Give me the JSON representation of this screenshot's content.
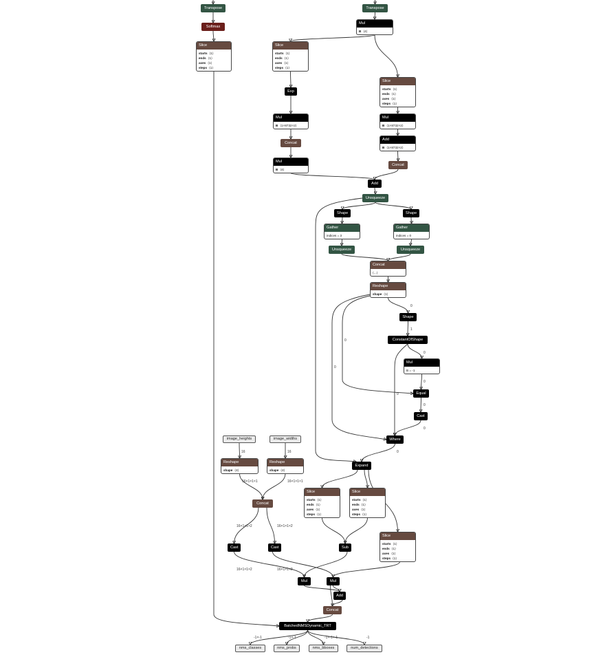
{
  "nodes": [
    {
      "id": "transpose_left",
      "name": "transpose-left-node",
      "label": "Transpose",
      "cat": "green"
    },
    {
      "id": "softmax",
      "name": "softmax-node",
      "label": "Softmax",
      "cat": "red"
    },
    {
      "id": "slice_left",
      "name": "slice-left-node",
      "label": "Slice",
      "cat": "brown",
      "attrs": [
        [
          "starts",
          "⟨1⟩"
        ],
        [
          "ends",
          "⟨1⟩"
        ],
        [
          "axes",
          "⟨1⟩"
        ],
        [
          "steps",
          "⟨1⟩"
        ]
      ]
    },
    {
      "id": "transpose_right",
      "name": "transpose-right-node",
      "label": "Transpose",
      "cat": "green"
    },
    {
      "id": "mul_top",
      "name": "mul-top-node",
      "label": "Mul",
      "cat": "black",
      "attrs": [
        [
          "B",
          "⟨4⟩"
        ]
      ]
    },
    {
      "id": "slice_mid",
      "name": "slice-mid-node",
      "label": "Slice",
      "cat": "brown",
      "attrs": [
        [
          "starts",
          "⟨1⟩"
        ],
        [
          "ends",
          "⟨1⟩"
        ],
        [
          "axes",
          "⟨1⟩"
        ],
        [
          "steps",
          "⟨1⟩"
        ]
      ]
    },
    {
      "id": "exp",
      "name": "exp-node",
      "label": "Exp",
      "cat": "black"
    },
    {
      "id": "mul_mid",
      "name": "mul-mid-node",
      "label": "Mul",
      "cat": "black",
      "attrs": [
        [
          "B",
          "⟨1×8732×2⟩"
        ]
      ]
    },
    {
      "id": "concat_mid",
      "name": "concat-mid-node",
      "label": "Concat",
      "cat": "brown"
    },
    {
      "id": "mul_mid2",
      "name": "mul-mid2-node",
      "label": "Mul",
      "cat": "black",
      "attrs": [
        [
          "B",
          "⟨4⟩"
        ]
      ]
    },
    {
      "id": "slice_right",
      "name": "slice-right-node",
      "label": "Slice",
      "cat": "brown",
      "attrs": [
        [
          "starts",
          "⟨1⟩"
        ],
        [
          "ends",
          "⟨1⟩"
        ],
        [
          "axes",
          "⟨1⟩"
        ],
        [
          "steps",
          "⟨1⟩"
        ]
      ]
    },
    {
      "id": "mul_right",
      "name": "mul-right-node",
      "label": "Mul",
      "cat": "black",
      "attrs": [
        [
          "B",
          "⟨1×8732×2⟩"
        ]
      ]
    },
    {
      "id": "add_right",
      "name": "add-right-node",
      "label": "Add",
      "cat": "black",
      "attrs": [
        [
          "B",
          "⟨1×8732×2⟩"
        ]
      ]
    },
    {
      "id": "concat_right",
      "name": "concat-right-node",
      "label": "Concat",
      "cat": "brown"
    },
    {
      "id": "add_main",
      "name": "add-main-node",
      "label": "Add",
      "cat": "black"
    },
    {
      "id": "unsqueeze_main",
      "name": "unsqueeze-main-node",
      "label": "Unsqueeze",
      "cat": "green"
    },
    {
      "id": "shape_l",
      "name": "shape-left-node",
      "label": "Shape",
      "cat": "black"
    },
    {
      "id": "shape_r",
      "name": "shape-right-node",
      "label": "Shape",
      "cat": "black"
    },
    {
      "id": "gather_l",
      "name": "gather-left-node",
      "label": "Gather",
      "cat": "green",
      "attrs": [
        [
          "",
          "indices = 3"
        ]
      ]
    },
    {
      "id": "gather_r",
      "name": "gather-right-node",
      "label": "Gather",
      "cat": "green",
      "attrs": [
        [
          "",
          "indices = 0"
        ]
      ]
    },
    {
      "id": "unsq_l",
      "name": "unsqueeze-left-node",
      "label": "Unsqueeze",
      "cat": "green"
    },
    {
      "id": "unsq_r",
      "name": "unsqueeze-right-node",
      "label": "Unsqueeze",
      "cat": "green"
    },
    {
      "id": "concat_shape",
      "name": "concat-shape-node",
      "label": "Concat",
      "cat": "brown",
      "attrs": [
        [
          "",
          "⟨...⟩"
        ]
      ]
    },
    {
      "id": "reshape_main",
      "name": "reshape-main-node",
      "label": "Reshape",
      "cat": "brown",
      "attrs": [
        [
          "shape",
          "⟨1⟩"
        ]
      ]
    },
    {
      "id": "shape_single",
      "name": "shape-single-node",
      "label": "Shape",
      "cat": "black"
    },
    {
      "id": "const_of_shape",
      "name": "constant-of-shape-node",
      "label": "ConstantOfShape",
      "cat": "black"
    },
    {
      "id": "mul_neg",
      "name": "mul-neg-node",
      "label": "Mul",
      "cat": "black",
      "attrs": [
        [
          "",
          "B = -1"
        ]
      ]
    },
    {
      "id": "equal",
      "name": "equal-node",
      "label": "Equal",
      "cat": "black"
    },
    {
      "id": "cast_r",
      "name": "cast-right-node",
      "label": "Cast",
      "cat": "black"
    },
    {
      "id": "where",
      "name": "where-node",
      "label": "Where",
      "cat": "black"
    },
    {
      "id": "expand",
      "name": "expand-node",
      "label": "Expand",
      "cat": "black"
    },
    {
      "id": "slice_e1",
      "name": "slice-expand1-node",
      "label": "Slice",
      "cat": "brown",
      "attrs": [
        [
          "starts",
          "⟨1⟩"
        ],
        [
          "ends",
          "⟨1⟩"
        ],
        [
          "axes",
          "⟨1⟩"
        ],
        [
          "steps",
          "⟨1⟩"
        ]
      ]
    },
    {
      "id": "slice_e2",
      "name": "slice-expand2-node",
      "label": "Slice",
      "cat": "brown",
      "attrs": [
        [
          "starts",
          "⟨1⟩"
        ],
        [
          "ends",
          "⟨1⟩"
        ],
        [
          "axes",
          "⟨1⟩"
        ],
        [
          "steps",
          "⟨1⟩"
        ]
      ]
    },
    {
      "id": "slice_e3",
      "name": "slice-expand3-node",
      "label": "Slice",
      "cat": "brown",
      "attrs": [
        [
          "starts",
          "⟨1⟩"
        ],
        [
          "ends",
          "⟨1⟩"
        ],
        [
          "axes",
          "⟨1⟩"
        ],
        [
          "steps",
          "⟨1⟩"
        ]
      ]
    },
    {
      "id": "sub",
      "name": "sub-node",
      "label": "Sub",
      "cat": "black"
    },
    {
      "id": "image_heights",
      "name": "image-heights-input",
      "label": "image_heights",
      "cat": "io"
    },
    {
      "id": "image_widths",
      "name": "image-widths-input",
      "label": "image_widths",
      "cat": "io"
    },
    {
      "id": "reshape_h",
      "name": "reshape-heights-node",
      "label": "Reshape",
      "cat": "brown",
      "attrs": [
        [
          "shape",
          "⟨4⟩"
        ]
      ]
    },
    {
      "id": "reshape_w",
      "name": "reshape-widths-node",
      "label": "Reshape",
      "cat": "brown",
      "attrs": [
        [
          "shape",
          "⟨4⟩"
        ]
      ]
    },
    {
      "id": "concat_hw",
      "name": "concat-hw-node",
      "label": "Concat",
      "cat": "brown"
    },
    {
      "id": "cast_l1",
      "name": "cast-left1-node",
      "label": "Cast",
      "cat": "black"
    },
    {
      "id": "cast_l2",
      "name": "cast-left2-node",
      "label": "Cast",
      "cat": "black"
    },
    {
      "id": "mul_b1",
      "name": "mul-bottom1-node",
      "label": "Mul",
      "cat": "black"
    },
    {
      "id": "mul_b2",
      "name": "mul-bottom2-node",
      "label": "Mul",
      "cat": "black"
    },
    {
      "id": "add_b",
      "name": "add-bottom-node",
      "label": "Add",
      "cat": "black"
    },
    {
      "id": "concat_b",
      "name": "concat-bottom-node",
      "label": "Concat",
      "cat": "brown"
    },
    {
      "id": "nms",
      "name": "batched-nms-node",
      "label": "BatchedNMSDynamic_TRT",
      "cat": "black"
    },
    {
      "id": "nms_classes",
      "name": "nms-classes-output",
      "label": "nms_classes",
      "cat": "io"
    },
    {
      "id": "nms_probs",
      "name": "nms-probs-output",
      "label": "nms_probs",
      "cat": "io"
    },
    {
      "id": "nms_bboxes",
      "name": "nms-bboxes-output",
      "label": "nms_bboxes",
      "cat": "io"
    },
    {
      "id": "num_detections",
      "name": "num-detections-output",
      "label": "num_detections",
      "cat": "io"
    }
  ],
  "edge_labels": {
    "r_shape": "0",
    "shape_cos": "1",
    "cos_mul": "0",
    "mul_equal": "0",
    "equal_cast": "0",
    "cast_where": "0",
    "r_equal": "0",
    "r_where": "0",
    "cos_where": "0",
    "where_expand": "0",
    "ih_reshape": "16",
    "iw_reshape": "16",
    "rh_concat": "16×1×1×1",
    "rw_concat": "16×1×1×1",
    "concat_cast1": "16×1×1×2",
    "concat_cast2": "16×1×1×2",
    "cast1_mul": "16×1×1×2",
    "cast2_mul": "16×1×1×2",
    "nms_classes": "-1×-1",
    "nms_probs": "-1×-1",
    "nms_bboxes": "-1×-1×-1",
    "nms_num": "-1"
  },
  "colors": {
    "black": "#000000",
    "green": "#335544",
    "brown": "#664a40",
    "red": "#6b1f1b",
    "io": "#ebebeb"
  }
}
